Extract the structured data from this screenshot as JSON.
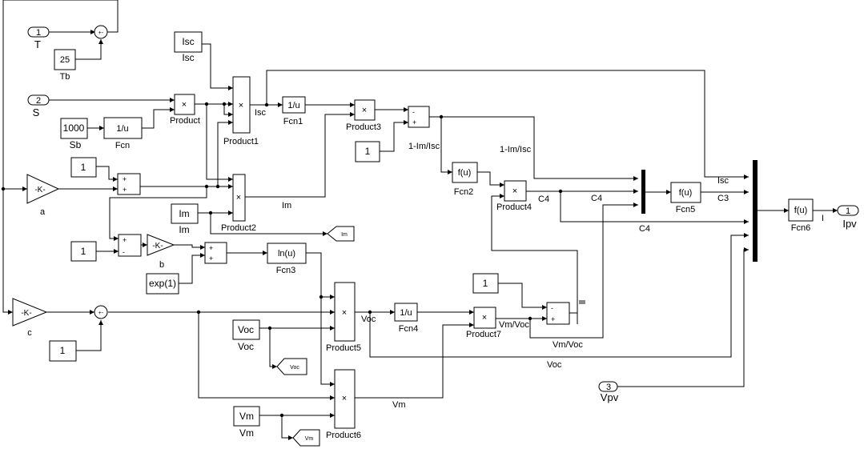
{
  "inports": {
    "T": {
      "num": "1",
      "name": "T"
    },
    "S": {
      "num": "2",
      "name": "S"
    },
    "Vpv": {
      "num": "3",
      "name": "Vpv"
    }
  },
  "outport": {
    "num": "1",
    "name": "Ipv"
  },
  "constants": {
    "tb": {
      "value": "25",
      "name": "Tb"
    },
    "sb": {
      "value": "1000",
      "name": "Sb"
    },
    "isc": {
      "value": "Isc",
      "name": "Isc"
    },
    "im": {
      "value": "Im",
      "name": "Im"
    },
    "voc": {
      "value": "Voc",
      "name": "Voc"
    },
    "vm": {
      "value": "Vm",
      "name": "Vm"
    },
    "exp1": {
      "value": "exp(1)"
    },
    "one": "1"
  },
  "gains": {
    "a": {
      "value": "-K-",
      "name": "a"
    },
    "b": {
      "value": "-K-",
      "name": "b"
    },
    "c": {
      "value": "-K-",
      "name": "c"
    }
  },
  "blocks": {
    "product": {
      "sym": "×",
      "name": "Product"
    },
    "product1": {
      "sym": "×",
      "name": "Product1"
    },
    "product2": {
      "sym": "×",
      "name": "Product2"
    },
    "product3": {
      "sym": "×",
      "name": "Product3"
    },
    "product4": {
      "sym": "×",
      "name": "Product4"
    },
    "product5": {
      "sym": "×",
      "name": "Product5"
    },
    "product6": {
      "sym": "×",
      "name": "Product6"
    },
    "product7": {
      "sym": "×",
      "name": "Product7"
    },
    "fcn": {
      "expr": "1/u",
      "name": "Fcn"
    },
    "fcn1": {
      "expr": "1/u",
      "name": "Fcn1"
    },
    "fcn2": {
      "expr": "f(u)",
      "name": "Fcn2"
    },
    "fcn3": {
      "expr": "ln(u)",
      "name": "Fcn3"
    },
    "fcn4": {
      "expr": "1/u",
      "name": "Fcn4"
    },
    "fcn5": {
      "expr": "f(u)",
      "name": "Fcn5"
    },
    "fcn6": {
      "expr": "f(u)",
      "name": "Fcn6"
    },
    "mux1": {
      "name": "C4"
    }
  },
  "goto_tags": {
    "im": "Im",
    "voc": "Voc",
    "vm": "Vm"
  },
  "signals": {
    "isc": "Isc",
    "im": "Im",
    "one_minus_im_isc": "1-Im/Isc",
    "c4": "C4",
    "c3": "C3",
    "i": "I",
    "voc": "Voc",
    "vm": "Vm",
    "vm_voc": "Vm/Voc"
  },
  "sum_signs": {
    "plus": "+",
    "minus": "-",
    "plus_minus": "+-"
  }
}
